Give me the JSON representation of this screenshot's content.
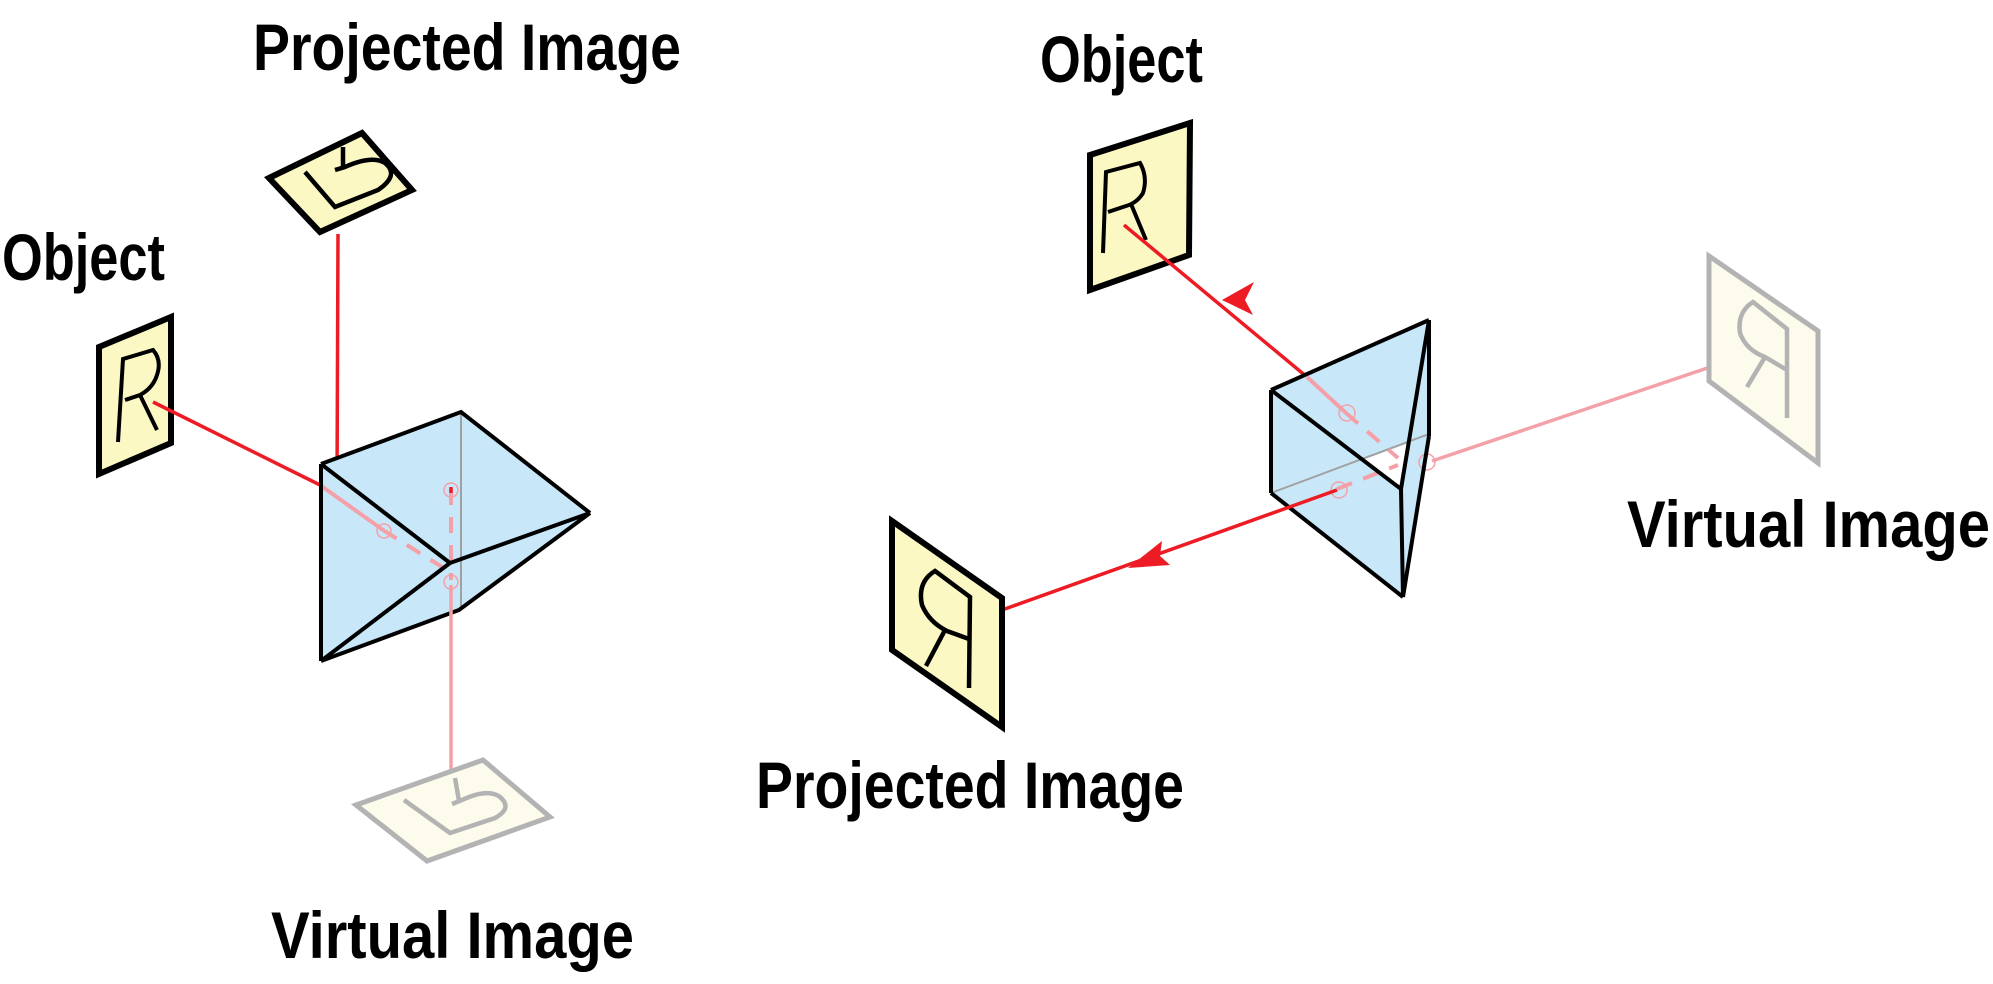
{
  "colors": {
    "prism_fill": "#c8e8fa",
    "card_fill": "#fcf8c4",
    "virtual_card_fill": "#fdfbeb",
    "virtual_stroke": "#b3b3b3",
    "ray": "#ed1c24",
    "ray_faded": "#f4a0a8",
    "outline": "#000000",
    "hidden_edge": "#a0a0a0"
  },
  "left_diagram": {
    "labels": {
      "projected_image": "Projected Image",
      "object": "Object",
      "virtual_image": "Virtual Image"
    },
    "object_glyph": "R"
  },
  "right_diagram": {
    "labels": {
      "object": "Object",
      "virtual_image": "Virtual Image",
      "projected_image": "Projected Image"
    },
    "object_glyph": "R"
  }
}
